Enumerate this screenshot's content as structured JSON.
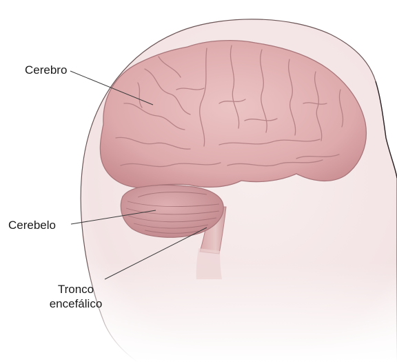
{
  "diagram": {
    "labels": {
      "cerebro": "Cerebro",
      "cerebelo": "Cerebelo",
      "tronco_line1": "Tronco",
      "tronco_line2": "encefálico"
    }
  }
}
